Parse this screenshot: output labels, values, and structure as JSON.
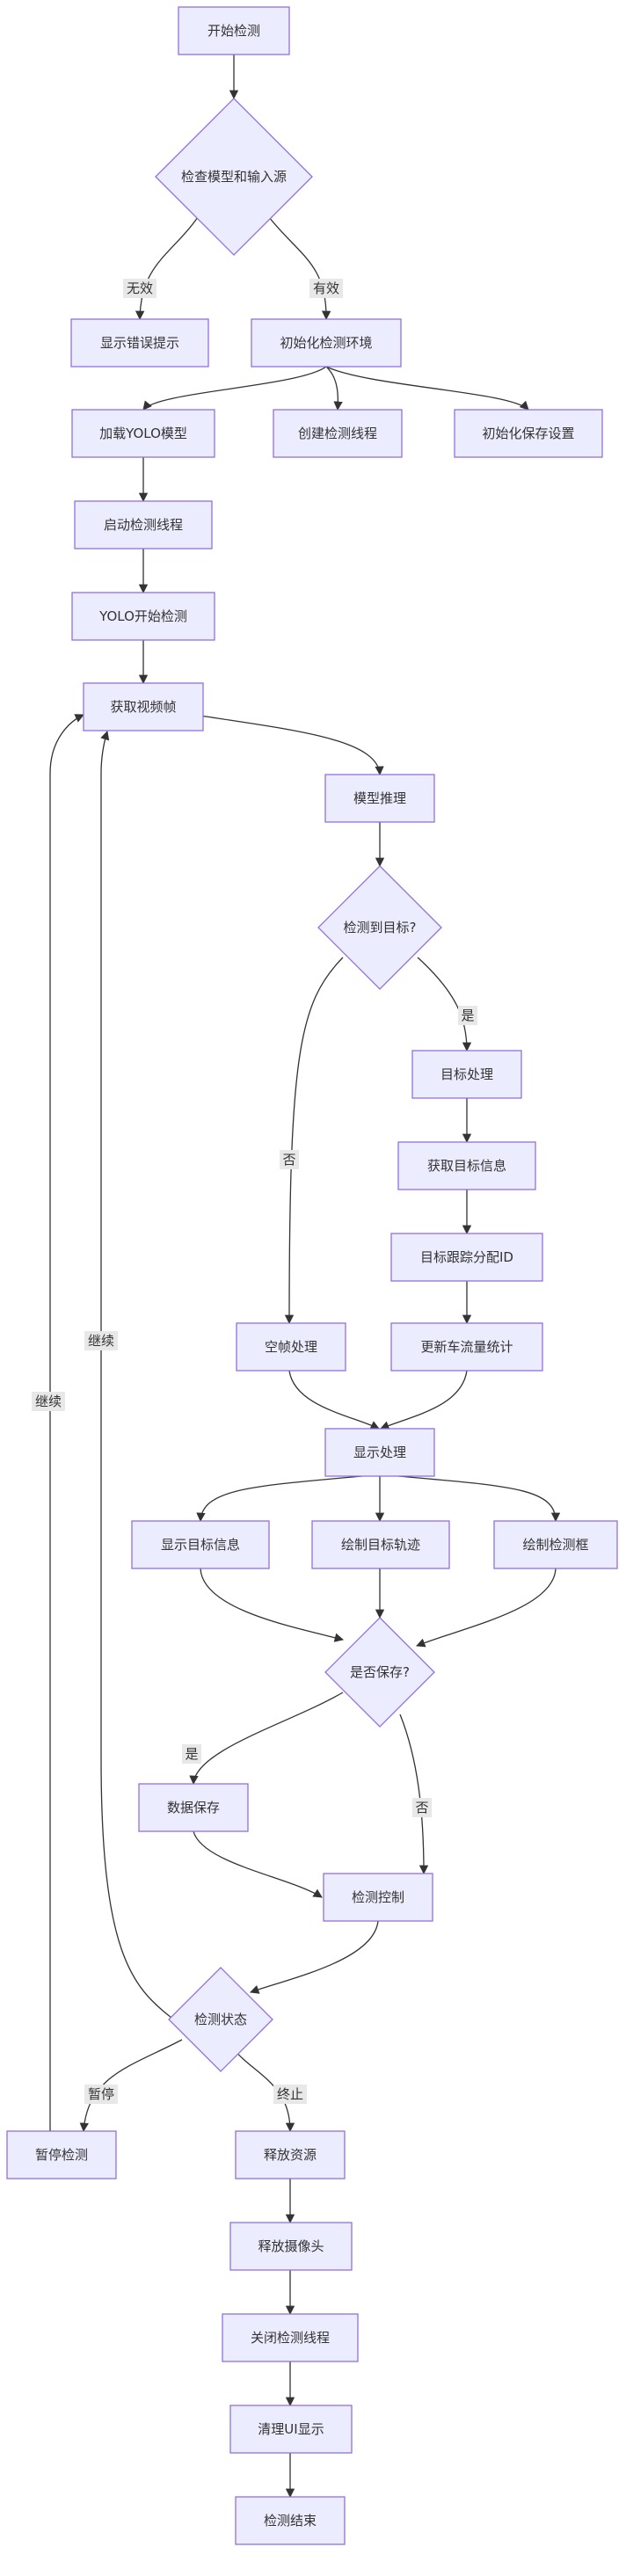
{
  "colors": {
    "node_fill": "#ECECFF",
    "node_stroke": "#9370DB",
    "edge": "#333333",
    "label_bg": "#E8E8E8",
    "text": "#333333"
  },
  "nodes": {
    "start": "开始检测",
    "check_model": "检查模型和输入源",
    "show_error": "显示错误提示",
    "init_env": "初始化检测环境",
    "load_yolo": "加载YOLO模型",
    "create_thread": "创建检测线程",
    "init_save": "初始化保存设置",
    "start_thread": "启动检测线程",
    "yolo_start": "YOLO开始检测",
    "get_frame": "获取视频帧",
    "infer": "模型推理",
    "detected": "检测到目标?",
    "target_proc": "目标处理",
    "get_target_info": "获取目标信息",
    "assign_id": "目标跟踪分配ID",
    "empty_frame": "空帧处理",
    "update_stats": "更新车流量统计",
    "display_proc": "显示处理",
    "show_target_info": "显示目标信息",
    "draw_trajectory": "绘制目标轨迹",
    "draw_box": "绘制检测框",
    "save_q": "是否保存?",
    "data_save": "数据保存",
    "detect_ctrl": "检测控制",
    "detect_state": "检测状态",
    "pause": "暂停检测",
    "release": "释放资源",
    "release_cam": "释放摄像头",
    "close_thread": "关闭检测线程",
    "clear_ui": "清理UI显示",
    "end": "检测结束"
  },
  "edge_labels": {
    "invalid": "无效",
    "valid": "有效",
    "yes": "是",
    "no": "否",
    "save_yes": "是",
    "save_no": "否",
    "continue_a": "继续",
    "continue_b": "继续",
    "pause": "暂停",
    "terminate": "终止"
  }
}
